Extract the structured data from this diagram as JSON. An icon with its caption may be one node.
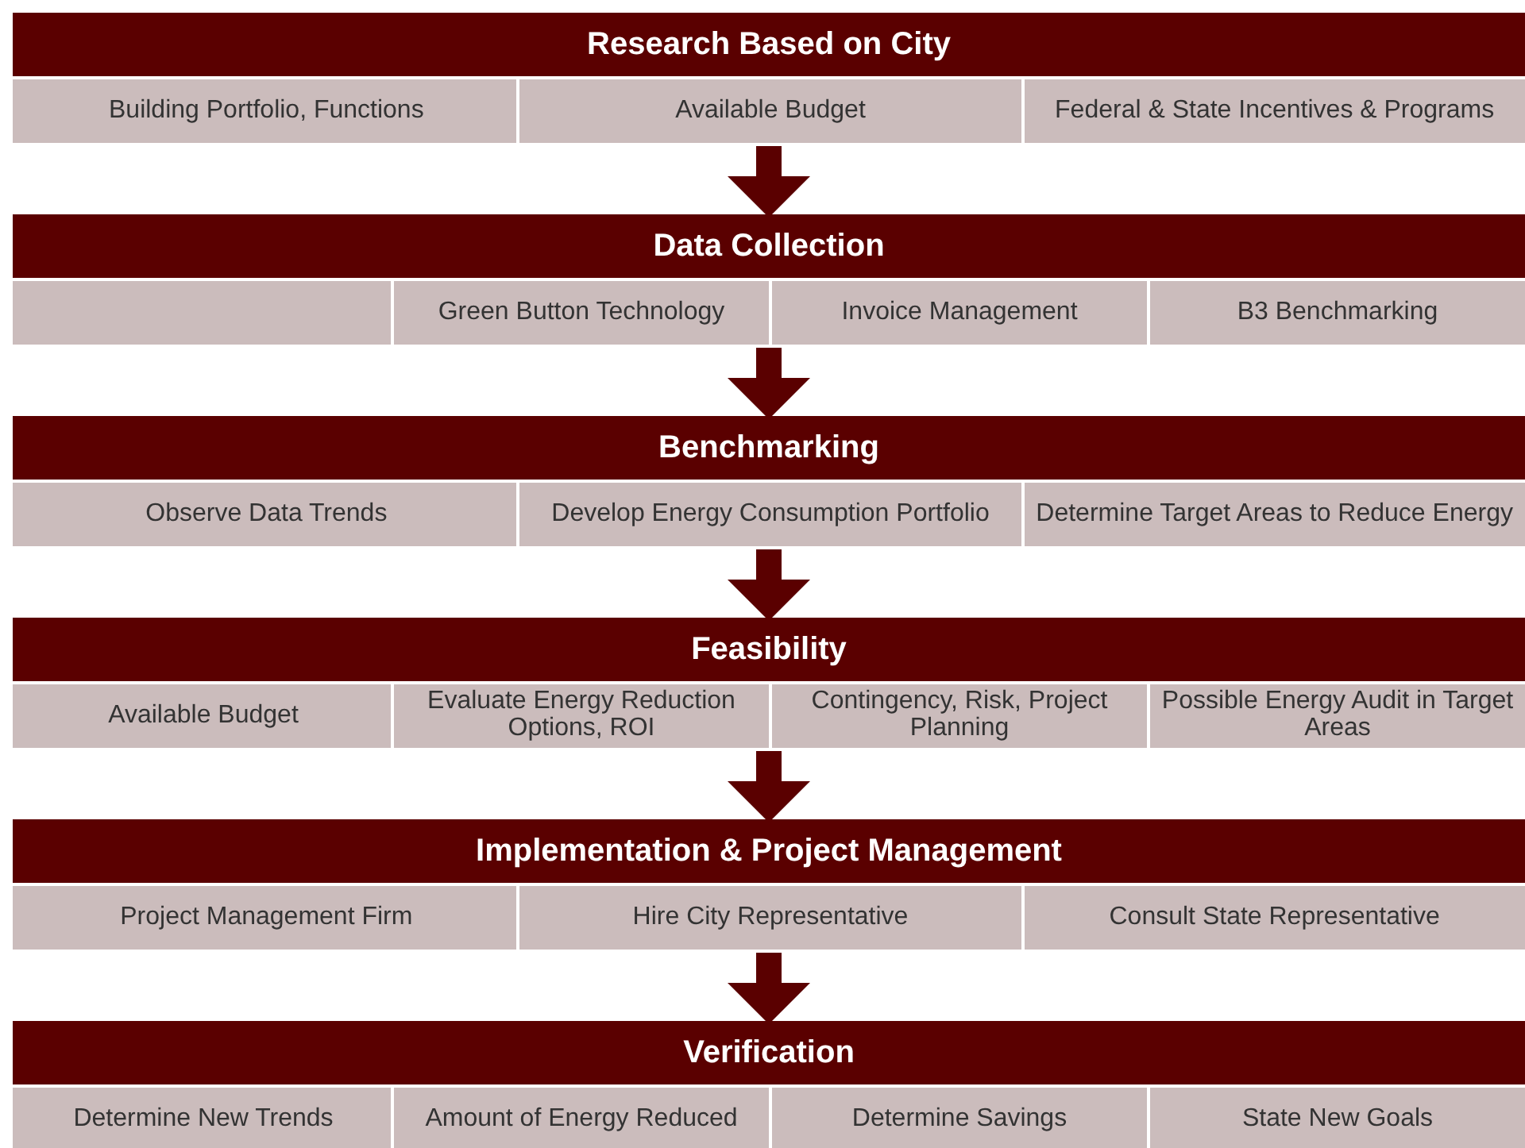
{
  "diagram": {
    "nodes": [
      {
        "text": [
          "Research Based on City"
        ]
      },
      {
        "text": [
          "Building Portfolio, Functions"
        ],
        "in": 0
      },
      {
        "text": [
          "Available Budget"
        ],
        "in": 0
      },
      {
        "text": [
          "Federal & State Incentives & Programs"
        ],
        "in": 0
      },
      {
        "text": [
          "Data Collection"
        ]
      },
      {
        "text": [],
        "in": 4,
        "shape": "box"
      },
      {
        "text": [
          "Green Button Technology"
        ],
        "in": 4
      },
      {
        "text": [
          "Invoice Management"
        ],
        "in": 4
      },
      {
        "text": [
          "B3 Benchmarking"
        ],
        "in": 4
      },
      {
        "text": [
          "Benchmarking"
        ]
      },
      {
        "text": [
          "Observe Data Trends"
        ],
        "in": 9
      },
      {
        "text": [
          "Develop Energy Consumption Portfolio"
        ],
        "in": 9
      },
      {
        "text": [
          "Determine Target Areas to Reduce Energy"
        ],
        "in": 9
      },
      {
        "text": [
          "Feasibility"
        ]
      },
      {
        "text": [
          "Available Budget"
        ],
        "in": 13
      },
      {
        "text": [
          "Evaluate Energy Reduction Options, ROI"
        ],
        "in": 13
      },
      {
        "text": [
          "Contingency, Risk, Project Planning"
        ],
        "in": 13
      },
      {
        "text": [
          "Possible Energy Audit in Target Areas"
        ],
        "in": 13
      },
      {
        "text": [
          "Implementation & Project Management"
        ]
      },
      {
        "text": [
          "Project Management Firm"
        ],
        "in": 18
      },
      {
        "text": [
          "Hire City Representative"
        ],
        "in": 18
      },
      {
        "text": [
          "Consult State Representative"
        ],
        "in": 18
      },
      {
        "text": [
          "Verification"
        ]
      },
      {
        "text": [
          "Determine New Trends"
        ],
        "in": 22
      },
      {
        "text": [
          "Amount of Energy Reduced"
        ],
        "in": 22
      },
      {
        "text": [
          "Determine Savings"
        ],
        "in": 22
      },
      {
        "text": [
          "State New Goals"
        ],
        "in": 22
      }
    ],
    "edges": [
      {
        "from": 0,
        "to": 4,
        "arrow": "to"
      },
      {
        "from": 4,
        "to": 9,
        "arrow": "to"
      },
      {
        "from": 9,
        "to": 13,
        "arrow": "to"
      },
      {
        "from": 13,
        "to": 18,
        "arrow": "to"
      },
      {
        "from": 18,
        "to": 22,
        "arrow": "to"
      }
    ]
  }
}
